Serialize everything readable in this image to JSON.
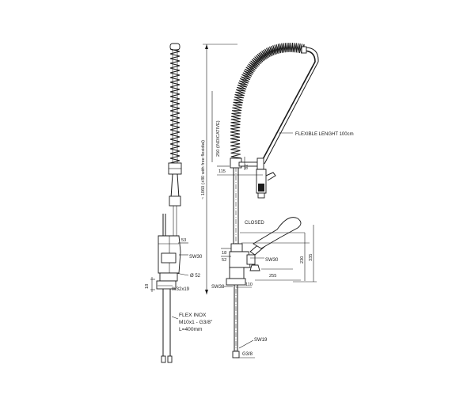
{
  "labels": {
    "flexible_length": "FLEXIBLE LENGHT 100cm",
    "closed": "CLOSED",
    "overall_height": "~ 1060 (+80 with free flexidial)",
    "spring_height": "250 (INDICATIVE)",
    "flex_inox_title": "FLEX INOX",
    "flex_inox_thread": "M10x1 - G3/8\"",
    "flex_inox_length": "L=400mm",
    "sw30_side": "SW30",
    "sw30_front": "SW30",
    "sw38": "SW38",
    "sw19": "SW19",
    "g38": "G3/8",
    "d52": "Ø 52",
    "w32x19": "W32x19"
  },
  "dimensions": {
    "d53": "53",
    "d18_left": "18",
    "d115": "115",
    "d82": "82",
    "d18": "18",
    "d52": "52",
    "d255": "255",
    "d110": "110",
    "d230": "230",
    "d335": "335"
  },
  "colors": {
    "line": "#1a1a1a",
    "background": "#ffffff"
  }
}
